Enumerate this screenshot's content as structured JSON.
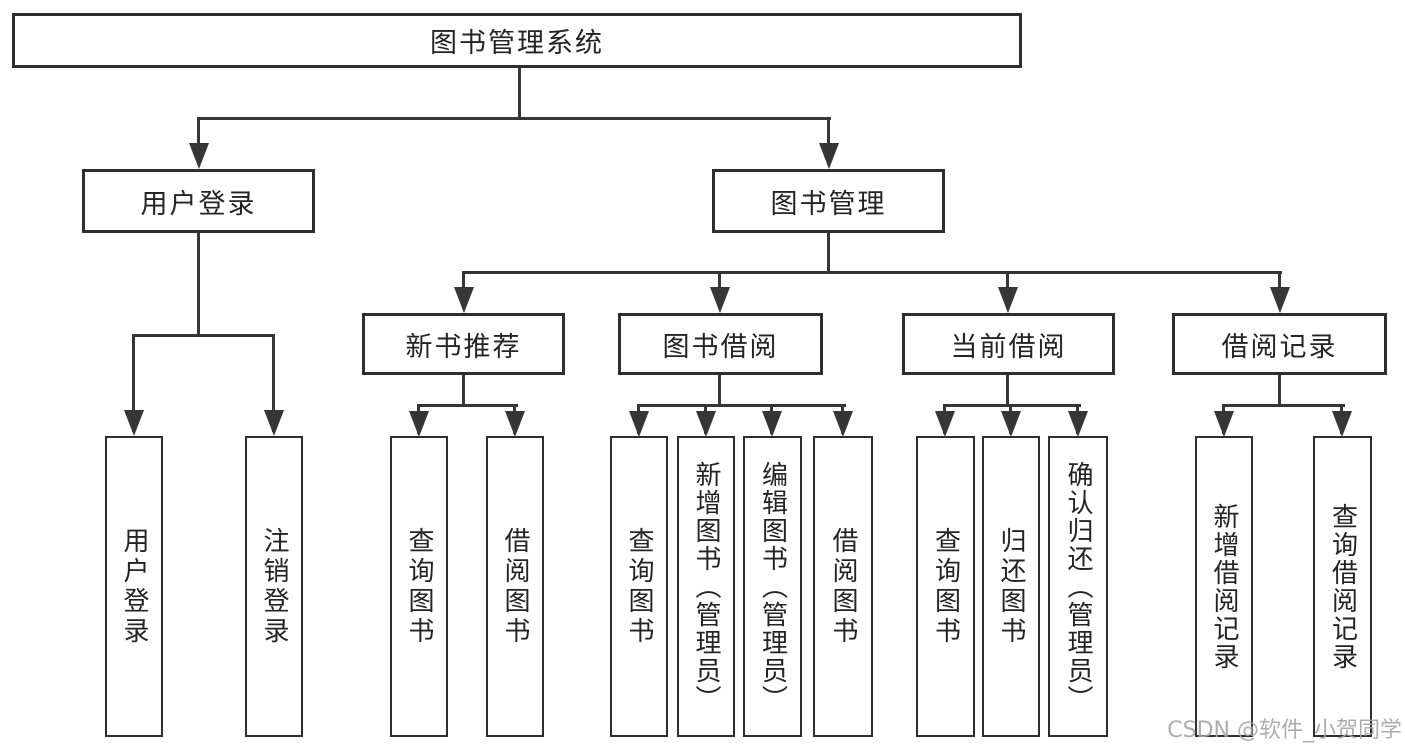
{
  "tree": {
    "label": "图书管理系统",
    "children": [
      {
        "label": "用户登录",
        "children": [
          {
            "label": "用户登录"
          },
          {
            "label": "注销登录"
          }
        ]
      },
      {
        "label": "图书管理",
        "children": [
          {
            "label": "新书推荐",
            "children": [
              {
                "label": "查询图书"
              },
              {
                "label": "借阅图书"
              }
            ]
          },
          {
            "label": "图书借阅",
            "children": [
              {
                "label": "查询图书"
              },
              {
                "label": "新增图书（管理员）"
              },
              {
                "label": "编辑图书（管理员）"
              },
              {
                "label": "借阅图书"
              }
            ]
          },
          {
            "label": "当前借阅",
            "children": [
              {
                "label": "查询图书"
              },
              {
                "label": "归还图书"
              },
              {
                "label": "确认归还（管理员）"
              }
            ]
          },
          {
            "label": "借阅记录",
            "children": [
              {
                "label": "新增借阅记录"
              },
              {
                "label": "查询借阅记录"
              }
            ]
          }
        ]
      }
    ]
  },
  "watermark": {
    "text": "CSDN @软件_小贺同学"
  },
  "colors": {
    "line": "#363636",
    "box_border": "#2e2e2e",
    "text": "#242424",
    "watermark": "#a5a5a5",
    "background": "#ffffff"
  }
}
